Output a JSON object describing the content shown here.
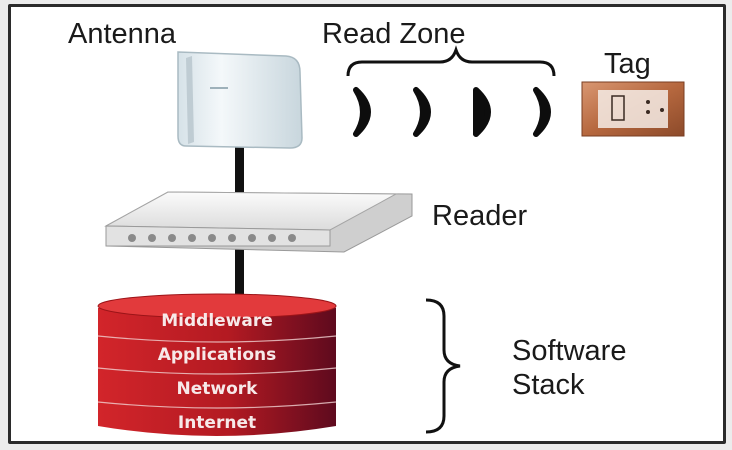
{
  "labels": {
    "antenna": "Antenna",
    "read_zone": "Read Zone",
    "tag": "Tag",
    "reader": "Reader",
    "software_stack_line1": "Software",
    "software_stack_line2": "Stack"
  },
  "software_stack": {
    "layers": [
      "Middleware",
      "Applications",
      "Network",
      "Internet"
    ]
  },
  "colors": {
    "stack_red": "#c21e22",
    "stack_dark": "#7a0d14",
    "antenna_panel": "#e8f0f4",
    "reader_body": "#eeeeee",
    "tag_copper": "#b9724d"
  }
}
